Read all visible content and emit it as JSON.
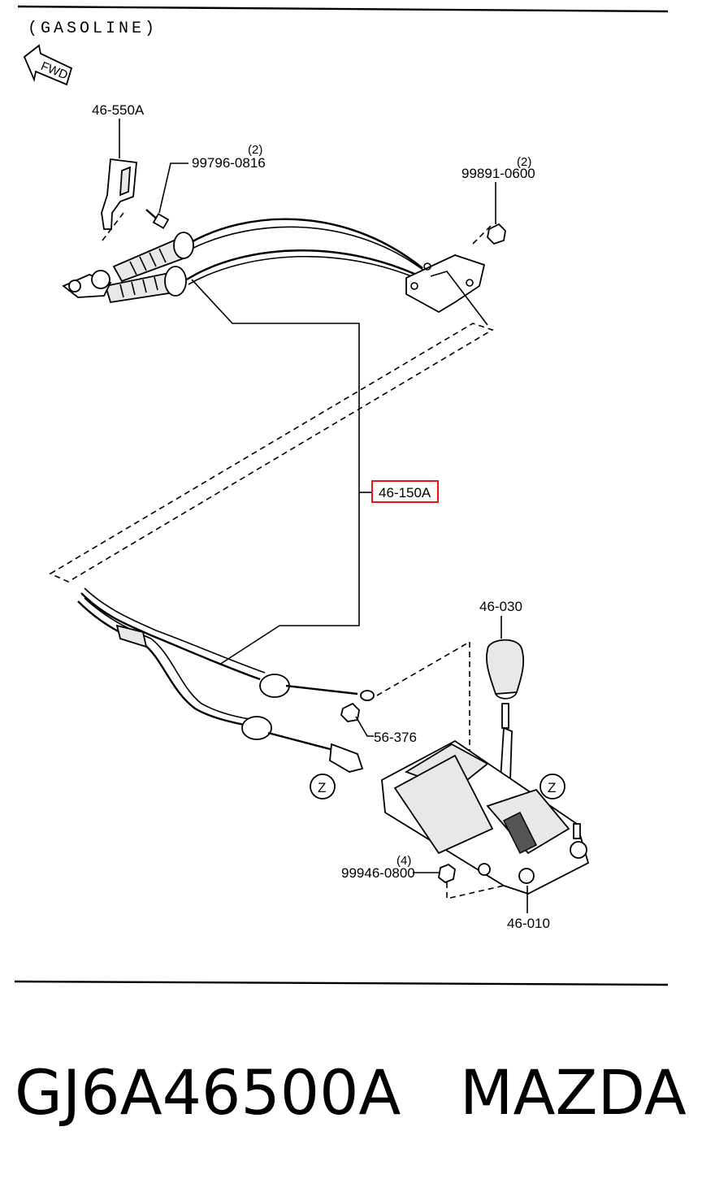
{
  "title": "(GASOLINE)",
  "direction_arrow": "FWD",
  "parts": {
    "bracket": "46-550A",
    "bolt": "99796-0816",
    "bolt_qty": "(2)",
    "nut": "99891-0600",
    "nut_qty": "(2)",
    "cable": "46-150A",
    "knob": "46-030",
    "clip_nut": "56-376",
    "base_nut": "99946-0800",
    "base_nut_qty": "(4)",
    "shifter_base": "46-010",
    "ref_marker_left": "Z",
    "ref_marker_right": "Z"
  },
  "highlight_color": "#e8121b",
  "footer": {
    "part_number": "GJ6A46500A",
    "brand": "MAZDA"
  }
}
